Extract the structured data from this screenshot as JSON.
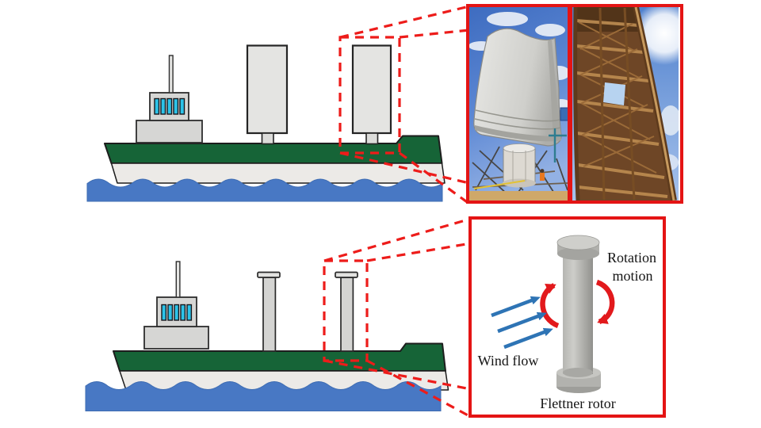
{
  "figure": {
    "top_ship": {
      "kind": "cargo ship fitted with two rigid wing sails",
      "sail_count": 2
    },
    "wing_sail_inset": {
      "photo_left": "wing sail exterior photograph",
      "photo_right": "wing sail internal frame photograph"
    },
    "bottom_ship": {
      "kind": "cargo ship fitted with two Flettner rotors",
      "rotor_count": 2
    },
    "rotor_inset": {
      "rotation_label_line1": "Rotation",
      "rotation_label_line2": "motion",
      "wind_label": "Wind flow",
      "caption": "Flettner rotor"
    },
    "colors": {
      "hull_green": "#166437",
      "water_blue": "#4878c4",
      "annotation_red": "#ed1c1a",
      "inset_border_red": "#e41414",
      "wind_arrow_blue": "#2e74b5",
      "window_cyan": "#2cc3e8",
      "rotor_gray": "#b5b5b1"
    }
  }
}
